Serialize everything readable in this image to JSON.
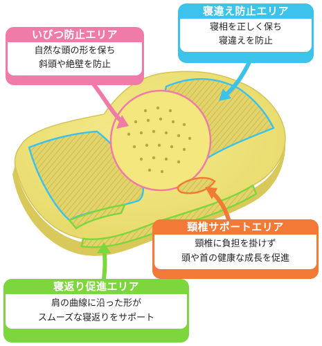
{
  "callouts": {
    "deformation": {
      "title": "いびつ防止エリア",
      "lines": [
        "自然な頭の形を保ち",
        "斜頭や絶壁を防止"
      ],
      "color": "#f07aa8"
    },
    "sleep_posture": {
      "title": "寝違え防止エリア",
      "lines": [
        "寝相を正しく保ち",
        "寝違えを防止"
      ],
      "color": "#3cc2eb"
    },
    "neck_support": {
      "title": "頸椎サポートエリア",
      "lines": [
        "頸椎に負担を掛けず",
        "頭や首の健康な成長を促進"
      ],
      "color": "#f27a36"
    },
    "rollover": {
      "title": "寝返り促進エリア",
      "lines": [
        "肩の曲線に沿った形が",
        "スムーズな寝返りをサポート"
      ],
      "color": "#7ed63e"
    }
  },
  "pillow": {
    "color": "#efe27a"
  }
}
